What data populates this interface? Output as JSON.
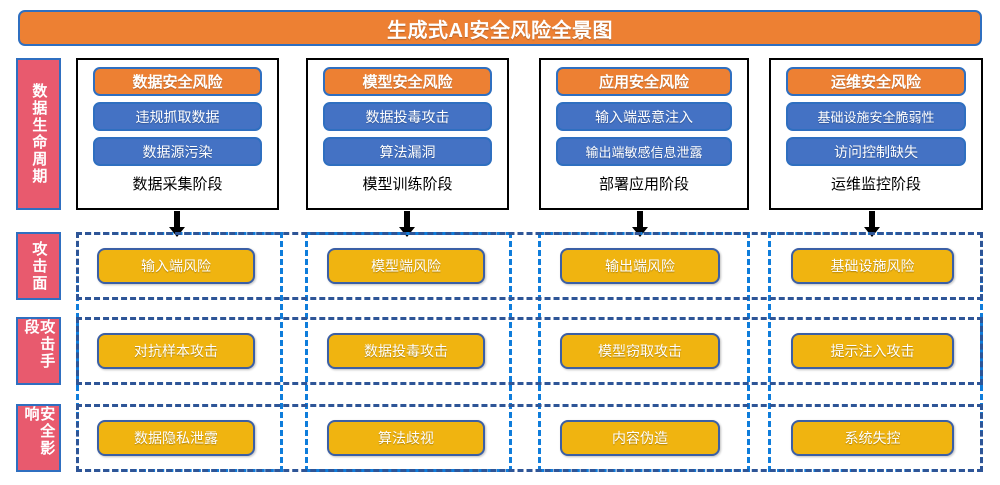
{
  "title": "生成式AI安全风险全景图",
  "colors": {
    "title_bg": "#ed8033",
    "band_bg": "#e85a6e",
    "pill_head_bg": "#ed8033",
    "pill_blue_bg": "#4472c4",
    "cell_bg": "#f0b410",
    "col_group_border": "#0f7ddb",
    "row_group_border": "#2e5597",
    "stage_border": "#000000"
  },
  "bands": [
    {
      "label": "数据生命周期"
    },
    {
      "label": "攻击面"
    },
    {
      "label": "攻击手段"
    },
    {
      "label": "安全影响"
    }
  ],
  "stages": [
    {
      "header": "数据安全风险",
      "risks": [
        "违规抓取数据",
        "数据源污染"
      ],
      "caption": "数据采集阶段"
    },
    {
      "header": "模型安全风险",
      "risks": [
        "数据投毒攻击",
        "算法漏洞"
      ],
      "caption": "模型训练阶段"
    },
    {
      "header": "应用安全风险",
      "risks": [
        "输入端恶意注入",
        "输出端敏感信息泄露"
      ],
      "caption": "部署应用阶段"
    },
    {
      "header": "运维安全风险",
      "risks": [
        "基础设施安全脆弱性",
        "访问控制缺失"
      ],
      "caption": "运维监控阶段"
    }
  ],
  "matrix": {
    "row_labels": [
      "攻击面",
      "攻击手段",
      "安全影响"
    ],
    "column_labels": [
      "数据采集阶段",
      "模型训练阶段",
      "部署应用阶段",
      "运维监控阶段"
    ],
    "rows": [
      {
        "label": "攻击面",
        "cells": [
          "输入端风险",
          "模型端风险",
          "输出端风险",
          "基础设施风险"
        ]
      },
      {
        "label": "攻击手段",
        "cells": [
          "对抗样本攻击",
          "数据投毒攻击",
          "模型窃取攻击",
          "提示注入攻击"
        ]
      },
      {
        "label": "安全影响",
        "cells": [
          "数据隐私泄露",
          "算法歧视",
          "内容伪造",
          "系统失控"
        ]
      }
    ]
  }
}
